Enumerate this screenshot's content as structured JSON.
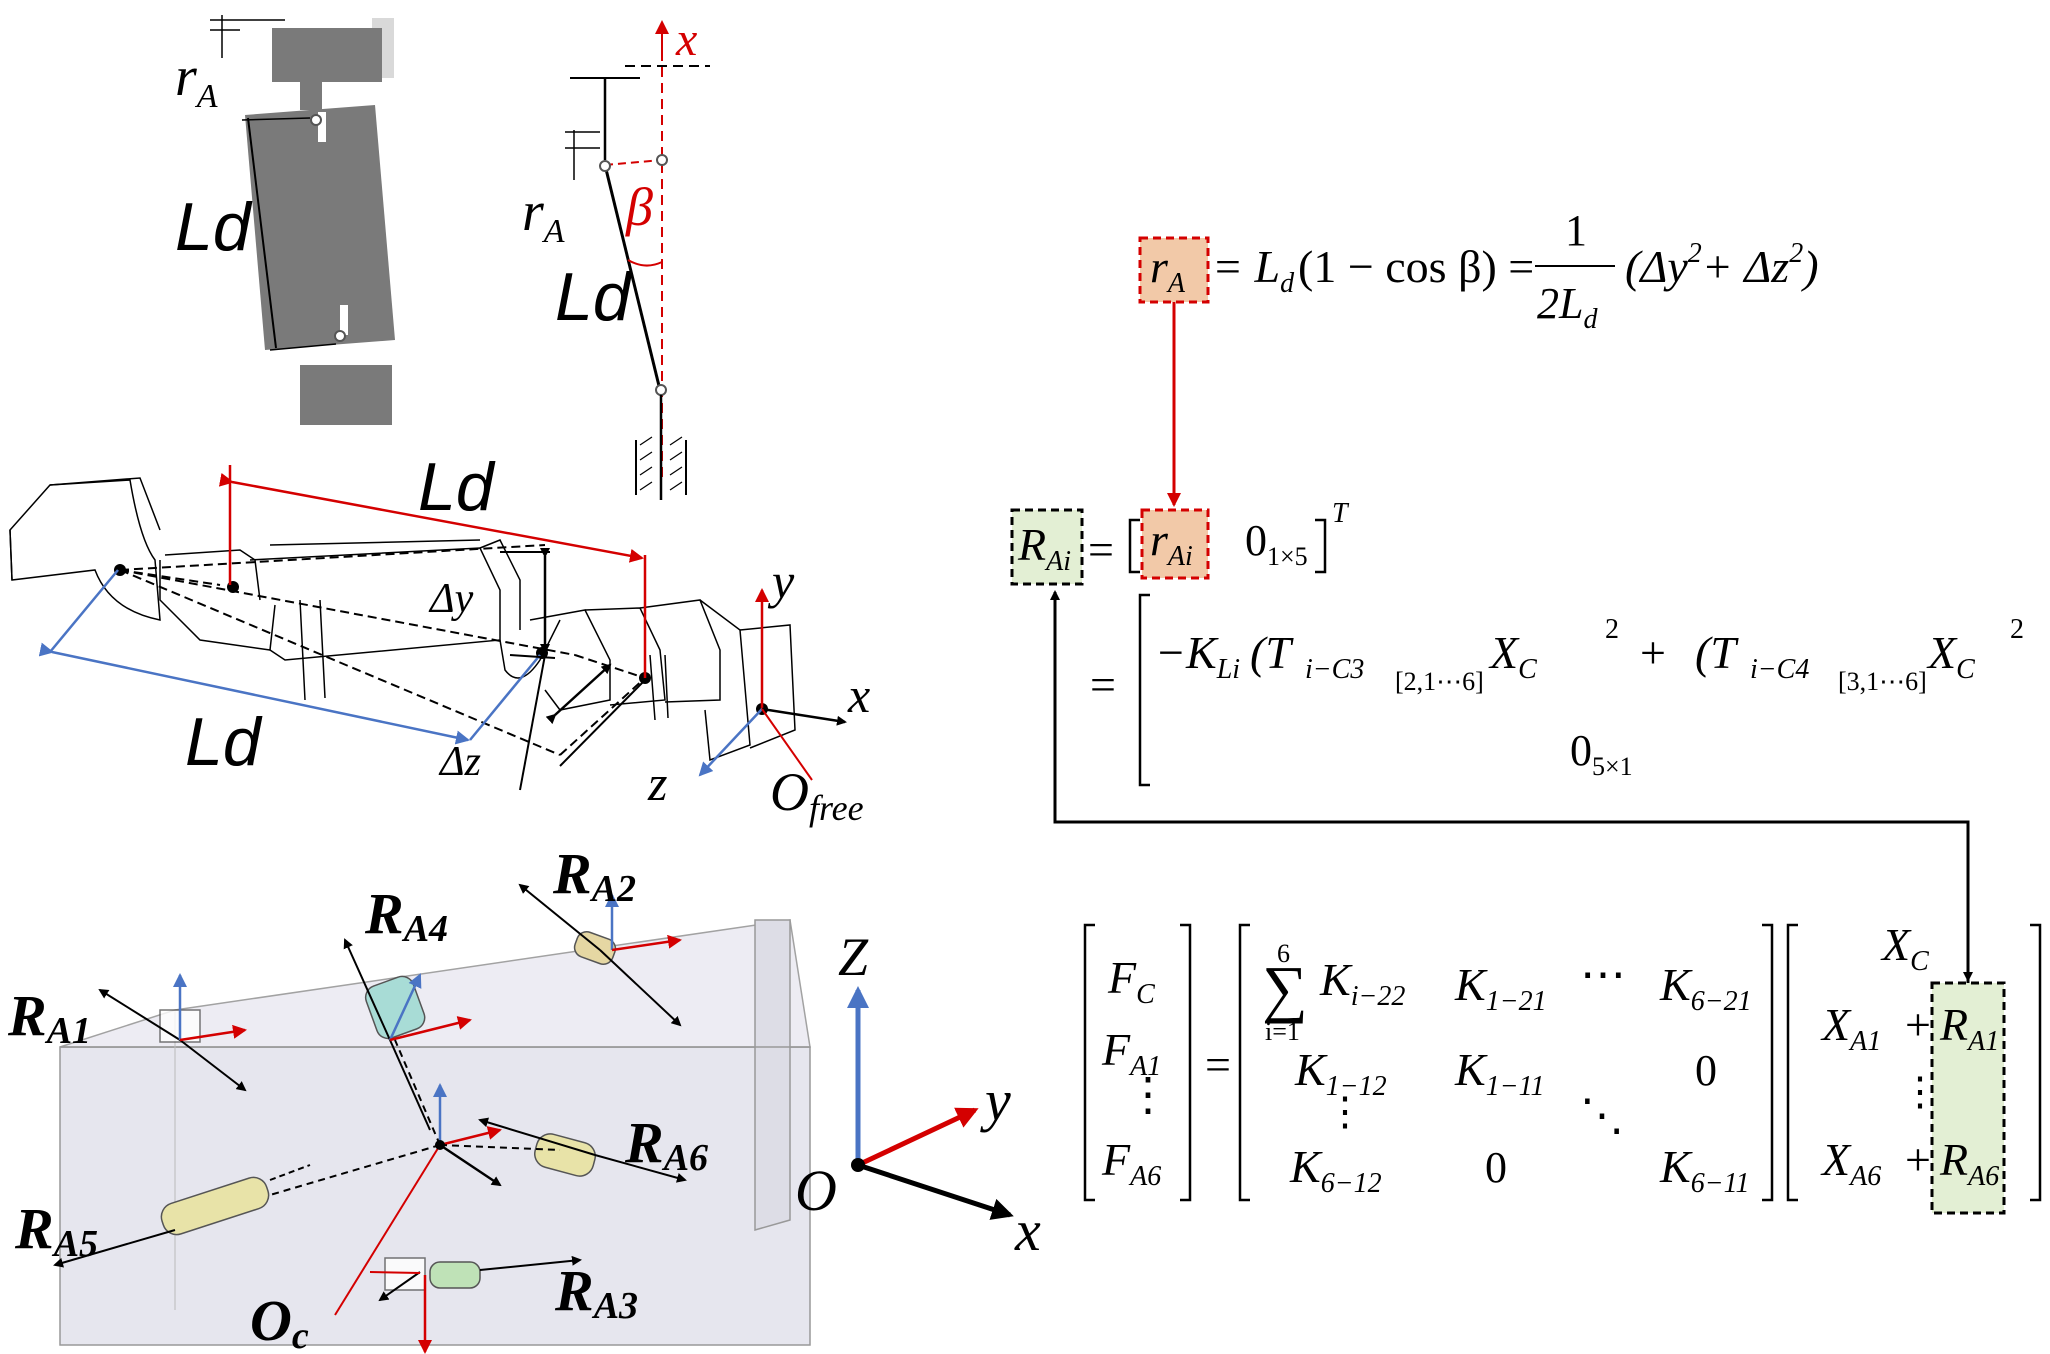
{
  "labels": {
    "rA": "r",
    "rA_sub": "A",
    "Ld": "L",
    "Ld_sub": "d",
    "beta": "β",
    "x_axis_top": "x",
    "delta_y": "Δy",
    "delta_z": "Δz",
    "y": "y",
    "x": "x",
    "z": "z",
    "O_free": "O",
    "O_free_sub": "free",
    "Z_big": "Z",
    "y_big": "y",
    "x_big": "x",
    "O_big": "O",
    "Oc": "O",
    "Oc_sub": "c",
    "RA1": "R",
    "RA1_sub": "A1",
    "RA2": "R",
    "RA2_sub": "A2",
    "RA3": "R",
    "RA3_sub": "A3",
    "RA4": "R",
    "RA4_sub": "A4",
    "RA5": "R",
    "RA5_sub": "A5",
    "RA6": "R",
    "RA6_sub": "A6"
  },
  "eq1": {
    "lhs": "r",
    "lhs_sub": "A",
    "rhs1": "= L",
    "rhs1_sub": "d",
    "rhs2": "(1 − cos β) =",
    "frac_num": "1",
    "frac_den": "2L",
    "frac_den_sub": "d",
    "rhs3": "(Δy",
    "sq1": "2",
    "plus": "+ Δz",
    "sq2": "2",
    "close": ")"
  },
  "eq2": {
    "lhs": "R",
    "lhs_sub": "Ai",
    "eq": "=",
    "r": "r",
    "r_sub": "Ai",
    "zero": "0",
    "zero_sub": "1×5",
    "T": "T",
    "row2_eq": "=",
    "row2": "−K",
    "row2_sub": "Li",
    "t1": "(T",
    "t1_sub": "i−C3",
    "t1_idx": "[2,1⋯6]",
    "xc": "X",
    "xc_sub": "C",
    "sq": "2",
    "plus": "+",
    "t2": "(T",
    "t2_sub": "i−C4",
    "t2_idx": "[3,1⋯6]",
    "zero2": "0",
    "zero2_sub": "5×1"
  },
  "eq3": {
    "F_C": "F",
    "F_C_sub": "C",
    "F_A1": "F",
    "F_A1_sub": "A1",
    "F_A6": "F",
    "F_A6_sub": "A6",
    "dots_v": "⋮",
    "eq": "=",
    "sum_top": "6",
    "sum_bot": "i=1",
    "sum": "∑",
    "K_i22": "K",
    "K_i22_sub": "i−22",
    "K_121": "K",
    "K_121_sub": "1−21",
    "hdots": "⋯",
    "K_621": "K",
    "K_621_sub": "6−21",
    "K_112": "K",
    "K_112_sub": "1−12",
    "K_111": "K",
    "K_111_sub": "1−11",
    "zero": "0",
    "ddots": "⋱",
    "K_612": "K",
    "K_612_sub": "6−12",
    "K_611": "K",
    "K_611_sub": "6−11",
    "X_C": "X",
    "X_C_sub": "C",
    "X_A1": "X",
    "X_A1_sub": "A1",
    "plus": "+",
    "R_A1": "R",
    "R_A1_sub": "A1",
    "X_A6": "X",
    "X_A6_sub": "A6",
    "R_A6": "R",
    "R_A6_sub": "A6"
  },
  "colors": {
    "red": "#d40000",
    "blue": "#4a74c4",
    "orange_fill": "#f2c9a8",
    "green_fill": "#e3efd4",
    "gray_block": "#7a7a7a",
    "box_fill": "#e6e6ee"
  }
}
